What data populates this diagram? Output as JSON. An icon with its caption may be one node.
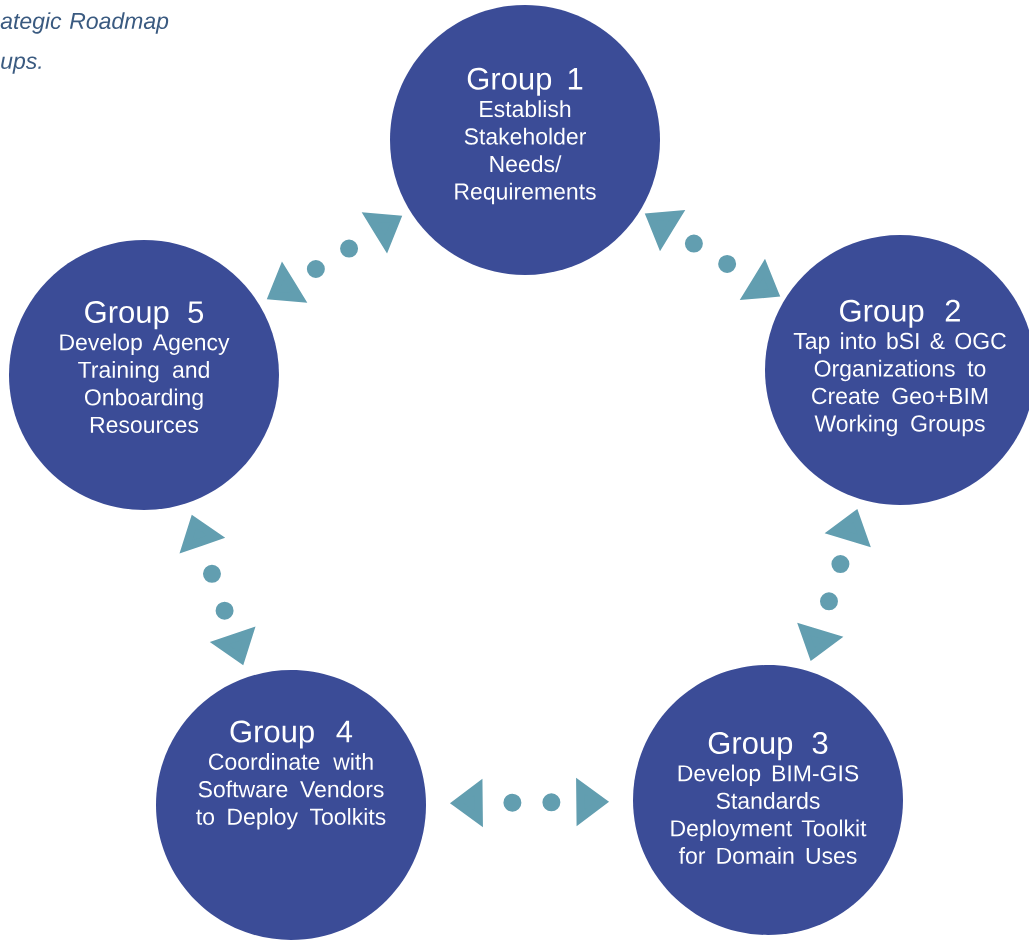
{
  "diagram": {
    "caption": "ategic Roadmap ups.",
    "nodes": [
      {
        "text": [
          "Group 1",
          "Establish Stakeholder Needs/ Requirements"
        ]
      },
      {
        "text": [
          "Group 2",
          "Tap into bSI & OGC Organizations to Create Geo+BIM Working Groups"
        ]
      },
      {
        "text": [
          "Group 3",
          "Develop BIM-GIS Standards Deployment Toolkit for Domain Uses"
        ]
      },
      {
        "text": [
          "Group 4",
          "Coordinate with Software Vendors to Deploy Toolkits"
        ]
      },
      {
        "text": [
          "Group 5",
          "Develop Agency Training and Onboarding Resources"
        ]
      }
    ],
    "edges": [
      {
        "from": 0,
        "to": 1,
        "arrow": "both"
      },
      {
        "from": 1,
        "to": 2,
        "arrow": "both"
      },
      {
        "from": 2,
        "to": 3,
        "arrow": "both"
      },
      {
        "from": 3,
        "to": 4,
        "arrow": "both"
      },
      {
        "from": 4,
        "to": 0,
        "arrow": "both"
      }
    ]
  }
}
